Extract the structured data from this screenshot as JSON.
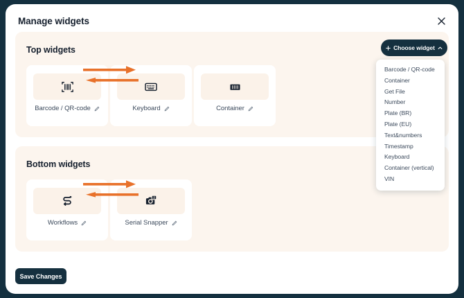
{
  "modal": {
    "title": "Manage widgets",
    "close_icon": "close-icon"
  },
  "choose_widget": {
    "label": "Choose widget",
    "plus_icon": "plus-icon",
    "chevron_icon": "chevron-up-icon",
    "expanded": true
  },
  "dropdown": {
    "options": [
      "Barcode / QR-code",
      "Container",
      "Get File",
      "Number",
      "Plate (BR)",
      "Plate (EU)",
      "Text&numbers",
      "Timestamp",
      "Keyboard",
      "Container (vertical)",
      "VIN"
    ]
  },
  "sections": [
    {
      "title": "Top widgets",
      "cards": [
        {
          "label": "Barcode / QR-code",
          "icon": "barcode-icon",
          "edit_icon": "pencil-icon"
        },
        {
          "label": "Keyboard",
          "icon": "keyboard-icon",
          "edit_icon": "pencil-icon"
        },
        {
          "label": "Container",
          "icon": "container-icon",
          "edit_icon": "pencil-icon"
        }
      ]
    },
    {
      "title": "Bottom widgets",
      "cards": [
        {
          "label": "Workflows",
          "icon": "workflow-route-icon",
          "edit_icon": "pencil-icon"
        },
        {
          "label": "Serial Snapper",
          "icon": "camera-badge-2-icon",
          "edit_icon": "pencil-icon"
        }
      ]
    }
  ],
  "footer": {
    "save_label": "Save Changes"
  },
  "colors": {
    "page_background": "#14303f",
    "modal_background": "#ffffff",
    "section_background": "#fcf5ee",
    "card_background": "#ffffff",
    "icon_tile_background": "#fbf2e9",
    "accent_dark": "#15303f",
    "annotation_orange": "#e8712a",
    "text_primary": "#16202e",
    "text_secondary": "#3c4a5c"
  }
}
